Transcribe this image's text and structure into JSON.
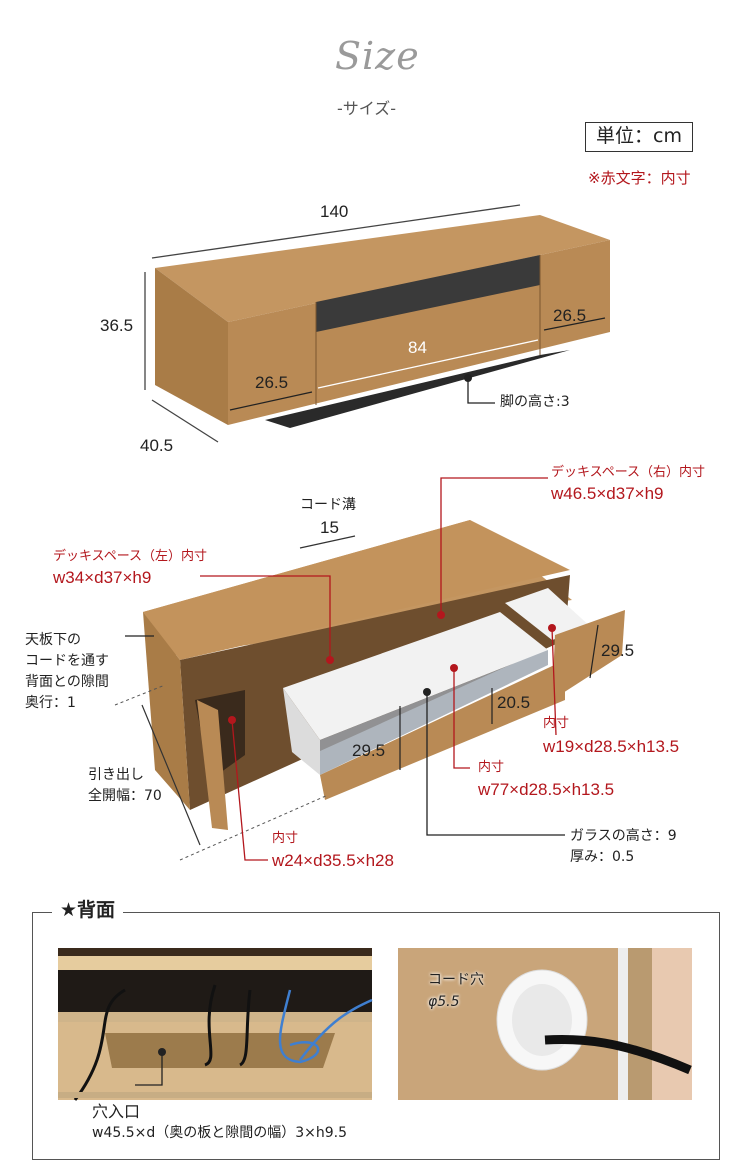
{
  "header": {
    "script_title": "Size",
    "subtitle": "-サイズ-",
    "unit_label": "単位：cm",
    "note": "※赤文字：内寸"
  },
  "top_diagram": {
    "width": "140",
    "height": "36.5",
    "depth": "40.5",
    "left_door": "26.5",
    "center_drawer": "84",
    "right_door": "26.5",
    "leg_height": "脚の高さ:3"
  },
  "open_diagram": {
    "cord_groove_label": "コード溝",
    "cord_groove_value": "15",
    "deck_left_label": "デッキスペース（左）内寸",
    "deck_left_value": "w34×d37×h9",
    "deck_right_label": "デッキスペース（右）内寸",
    "deck_right_value": "w46.5×d37×h9",
    "back_gap_lines": [
      "天板下の",
      "コードを通す",
      "背面との隙間",
      "奥行：1"
    ],
    "drawer_full_lines": [
      "引き出し",
      "全開幅：70"
    ],
    "right_drawer_height": "29.5",
    "center_drawer_height": "29.5",
    "center_inner_height": "20.5",
    "small_drawer_label": "内寸",
    "small_drawer_value": "w19×d28.5×h13.5",
    "big_drawer_label": "内寸",
    "big_drawer_value": "w77×d28.5×h13.5",
    "left_cab_label": "内寸",
    "left_cab_value": "w24×d35.5×h28",
    "glass_lines": [
      "ガラスの高さ：9",
      "厚み：0.5"
    ]
  },
  "back_section": {
    "title": "★背面",
    "hole_label": "穴入口",
    "hole_value": "w45.5×d（奥の板と隙間の幅）3×h9.5",
    "cord_hole_label": "コード穴",
    "cord_hole_value": "φ5.5"
  },
  "colors": {
    "accent_red": "#b3171d",
    "wood": "#b98a55",
    "dark_wood": "#8e6438"
  }
}
